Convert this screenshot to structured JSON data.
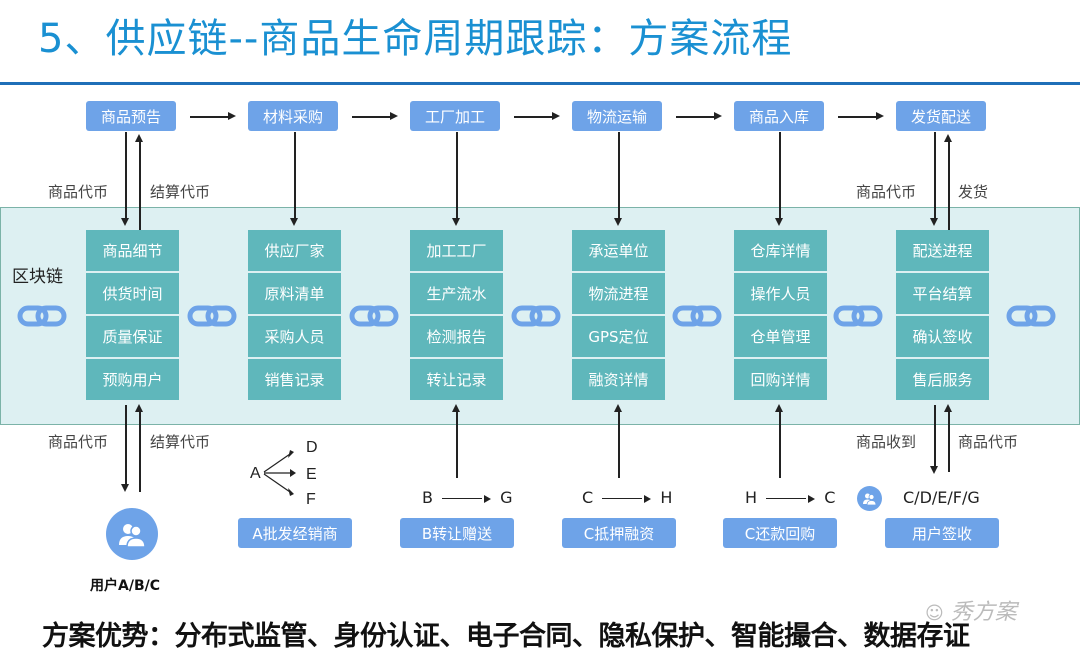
{
  "title": "5、供应链--商品生命周期跟踪：方案流程",
  "stages": [
    {
      "label": "商品预告"
    },
    {
      "label": "材料采购"
    },
    {
      "label": "工厂加工"
    },
    {
      "label": "物流运输"
    },
    {
      "label": "商品入库"
    },
    {
      "label": "发货配送"
    }
  ],
  "blockchain": {
    "label": "区块链",
    "blocks": [
      {
        "cells": [
          "商品细节",
          "供货时间",
          "质量保证",
          "预购用户"
        ]
      },
      {
        "cells": [
          "供应厂家",
          "原料清单",
          "采购人员",
          "销售记录"
        ]
      },
      {
        "cells": [
          "加工工厂",
          "生产流水",
          "检测报告",
          "转让记录"
        ]
      },
      {
        "cells": [
          "承运单位",
          "物流进程",
          "GPS定位",
          "融资详情"
        ]
      },
      {
        "cells": [
          "仓库详情",
          "操作人员",
          "仓单管理",
          "回购详情"
        ]
      },
      {
        "cells": [
          "配送进程",
          "平台结算",
          "确认签收",
          "售后服务"
        ]
      }
    ],
    "link_icon": "chain-link-icon"
  },
  "flow_labels": {
    "top_left_down": "商品代币",
    "top_left_up": "结算代币",
    "top_right_down": "商品代币",
    "top_right_up": "发货",
    "bottom_left_down": "商品代币",
    "bottom_left_up": "结算代币",
    "bottom_right_down": "商品收到",
    "bottom_right_up": "商品代币"
  },
  "users": {
    "icon": "users-icon",
    "label": "用户A/B/C",
    "signee_label": "C/D/E/F/G"
  },
  "distribution": {
    "source": "A",
    "targets": [
      "D",
      "E",
      "F"
    ]
  },
  "transfers": [
    {
      "from": "B",
      "to": "G"
    },
    {
      "from": "C",
      "to": "H"
    },
    {
      "from": "H",
      "to": "C"
    }
  ],
  "actions": [
    {
      "label": "A批发经销商"
    },
    {
      "label": "B转让赠送"
    },
    {
      "label": "C抵押融资"
    },
    {
      "label": "C还款回购"
    },
    {
      "label": "用户签收"
    }
  ],
  "advantages": "方案优势：分布式监管、身份认证、电子合同、隐私保护、智能撮合、数据存证",
  "watermark": "秀方案",
  "colors": {
    "title": "#1a90d2",
    "stage_fill": "#6ea3e8",
    "block_fill": "#5fb7bb",
    "band_fill": "#ddf0f2",
    "link_icon": "#6ea3e8"
  }
}
